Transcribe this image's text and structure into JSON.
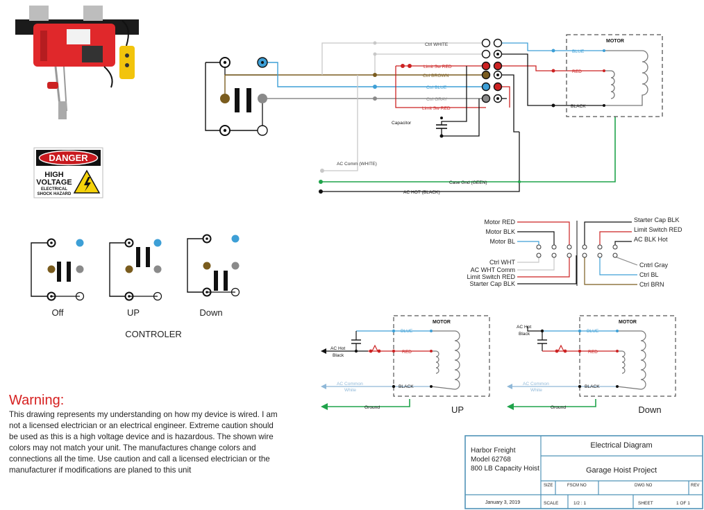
{
  "danger_sign": {
    "header": "DANGER",
    "line1": "HIGH",
    "line2": "VOLTAGE",
    "line3": "ELECTRICAL",
    "line4": "SHOCK HAZARD"
  },
  "main_diagram": {
    "motor_title": "MOTOR",
    "motor_blue": "BLUE",
    "motor_red": "RED",
    "motor_black": "BLACK",
    "ctrl_white": "Ctrl WHITE",
    "limit_sw_red_1": "Limit Sw RED",
    "ctrl_brown": "Ctrl BROWN",
    "ctrl_blue": "Ctrl BLUE",
    "ctrl_gray": "Ctrl GRAY",
    "limit_sw_red_2": "Limit Sw RED",
    "capacitor": "Capacitor",
    "ac_comm": "AC Comm (WHITE)",
    "case_gnd": "Case Gnd (GEEN)",
    "ac_hot": "AC HOT (BLACK)"
  },
  "terminal_block": {
    "left_labels": [
      "Motor RED",
      "Motor BLK",
      "Motor BL",
      "Ctrl WHT",
      "AC  WHT Comm",
      "Limit Switch RED",
      "Starter Cap BLK"
    ],
    "right_labels": [
      "Starter Cap BLK",
      "Limit Switch RED",
      "AC BLK Hot",
      "Cntrl Gray",
      "Ctrl BL",
      "Ctrl BRN"
    ]
  },
  "controller": {
    "states": [
      "Off",
      "UP",
      "Down"
    ],
    "title": "CONTROLER"
  },
  "schematics": {
    "motor_title": "MOTOR",
    "blue": "BLUE",
    "red": "RED",
    "black": "BLACK",
    "ac_hot_1": "AC Hot",
    "ac_hot_2": "Black",
    "ac_common_1": "AC Common",
    "ac_common_2": "White",
    "ground": "Ground",
    "up_label": "UP",
    "down_label": "Down"
  },
  "warning": {
    "title": "Warning:",
    "body": "This drawing represents my understanding on how my device is wired. I am not a licensed electrician or an electrical engineer. Extreme caution should be used as this is a high voltage device and is hazardous. The shown wire colors may not match your unit. The manufactures change colors and connections all the time. Use caution and call a licensed electrician or the manufacturer if modifications are planed to this unit"
  },
  "title_block": {
    "org_line1": "Harbor Freight",
    "org_line2": "Model 62768",
    "org_line3": "800 LB Capacity Hoist",
    "title": "Electrical Diagram",
    "project": "Garage Hoist Project",
    "date": "January 3, 2019",
    "size_label": "SIZE",
    "fscm_label": "FSCM NO",
    "dwg_label": "DWG NO",
    "rev_label": "REV",
    "scale_label": "SCALE",
    "scale_value": "1/2 : 1",
    "sheet_label": "SHEET",
    "sheet_value": "1 OF 1"
  },
  "colors": {
    "brown": "#7a5c1e",
    "blue": "#3d9fd6",
    "red": "#cc2222",
    "gray": "#8a8a8a",
    "green": "#1fa34a",
    "light_gray": "#c8c8c8",
    "danger_red": "#c8191e",
    "hoist_red": "#e0282b",
    "title_block": "#4f93b7"
  }
}
